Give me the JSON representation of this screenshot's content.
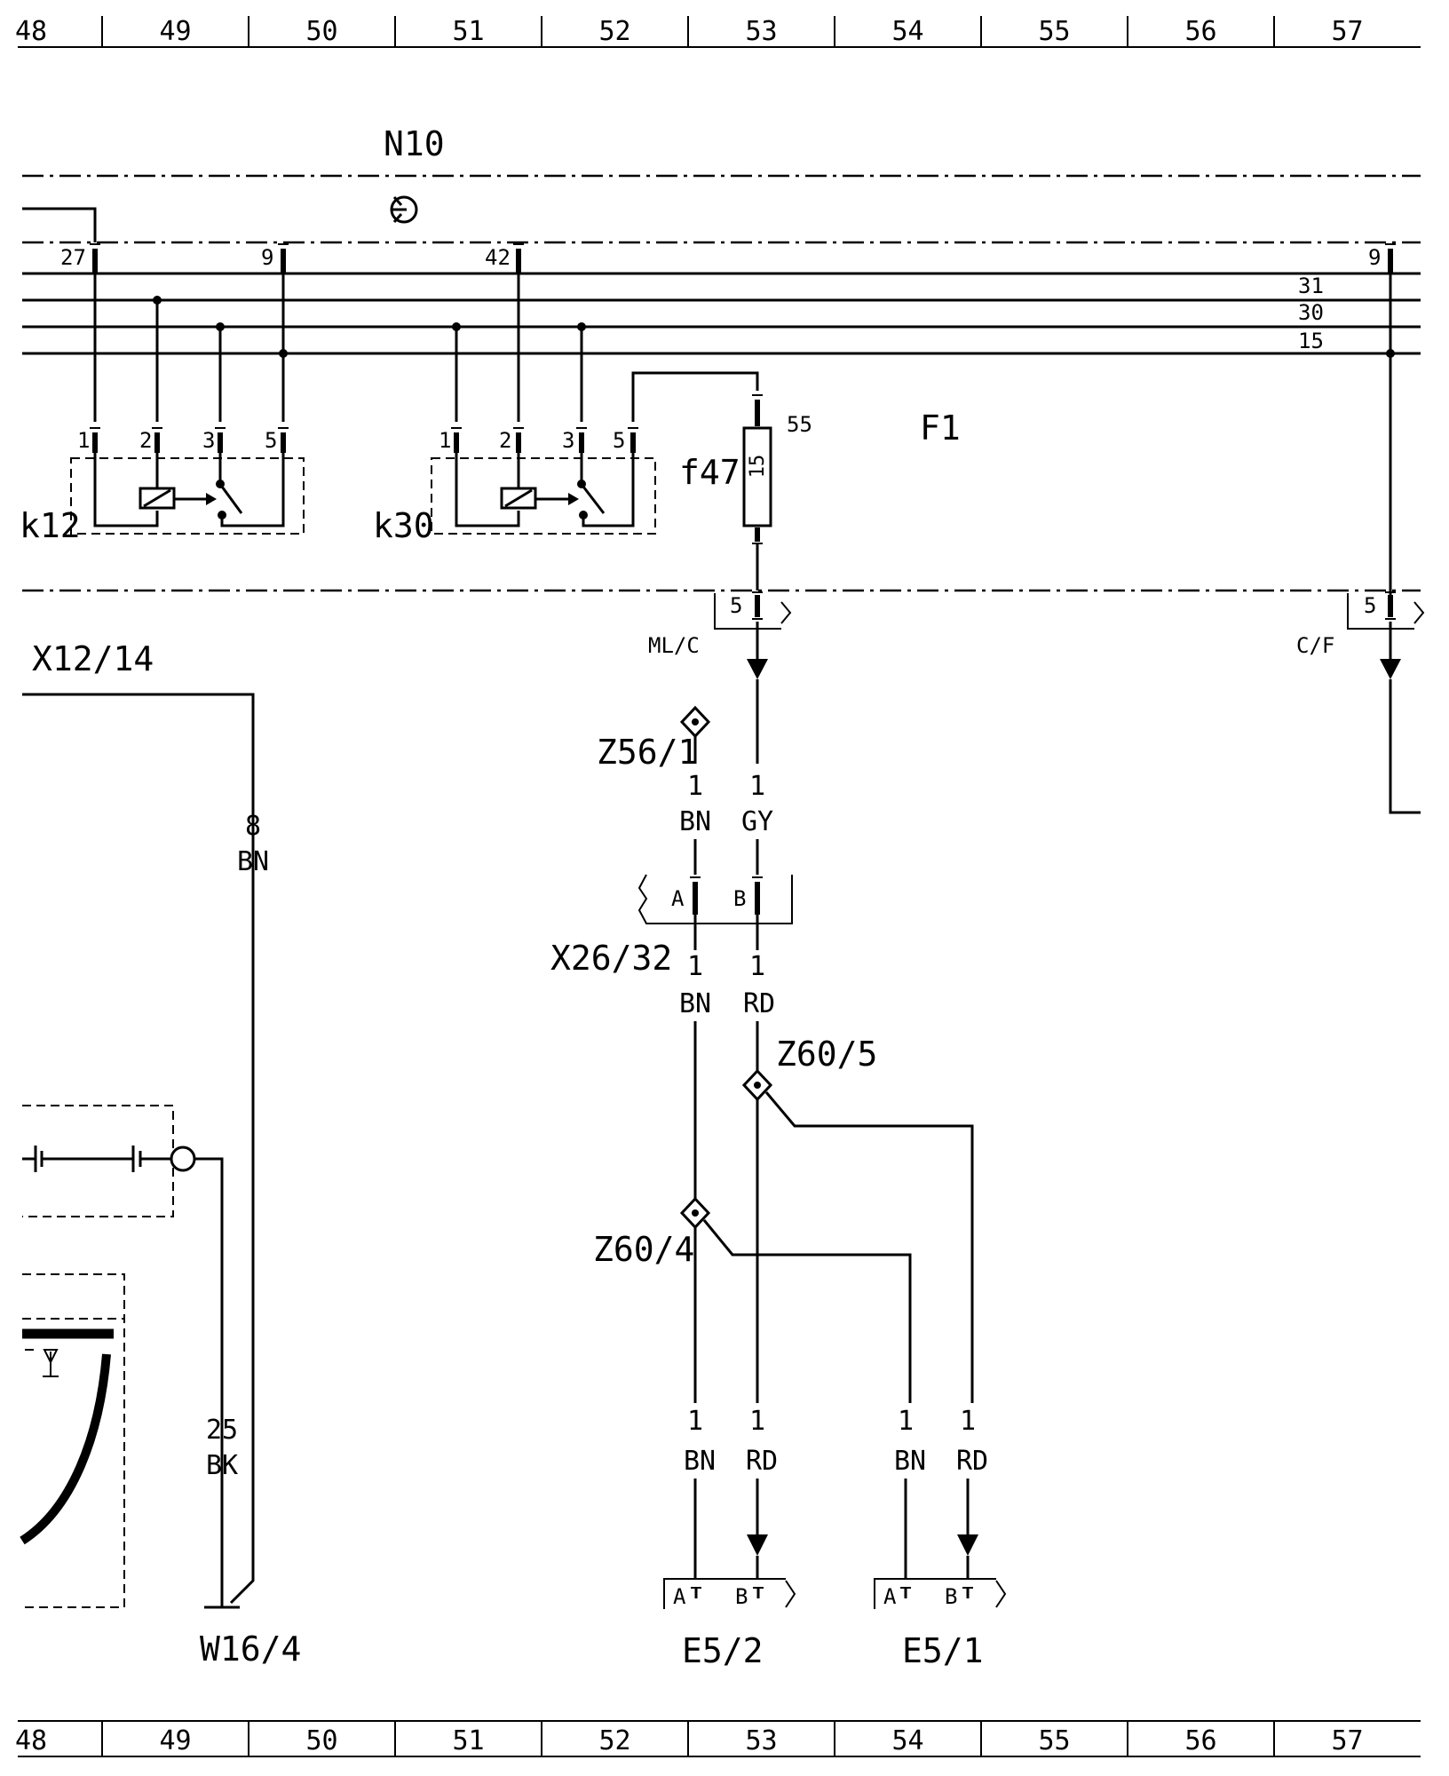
{
  "grid_columns": [
    "48",
    "49",
    "50",
    "51",
    "52",
    "53",
    "54",
    "55",
    "56",
    "57"
  ],
  "components": {
    "n10": "N10",
    "f1": "F1",
    "k12": "k12",
    "k30": "k30",
    "f47": "f47",
    "f47_rating": "15",
    "f47_pin": "55",
    "x12_14": "X12/14",
    "x26_32": "X26/32",
    "z56_1": "Z56/1",
    "z60_4": "Z60/4",
    "z60_5": "Z60/5",
    "e5_2": "E5/2",
    "e5_1": "E5/1",
    "w16_4": "W16/4",
    "ml_c": "ML/C",
    "c_f": "C/F"
  },
  "bus_labels": [
    "31",
    "30",
    "15"
  ],
  "n10_pins": {
    "p27": "27",
    "p9": "9",
    "p42": "42",
    "p9_right": "9"
  },
  "relay_pins": [
    "1",
    "2",
    "3",
    "5"
  ],
  "connector_pins": {
    "five": "5",
    "five_right": "5",
    "a": "A",
    "b": "B"
  },
  "wires": {
    "x12_num": "8",
    "x12_color": "BN",
    "w16_num": "25",
    "w16_color": "BK",
    "z56_num": "1",
    "z56_color": "BN",
    "ml_num": "1",
    "ml_color": "GY",
    "x26_a_num": "1",
    "x26_a_color": "BN",
    "x26_b_num": "1",
    "x26_b_color": "RD",
    "e52_a_num": "1",
    "e52_a_color": "BN",
    "e52_b_num": "1",
    "e52_b_color": "RD",
    "e51_a_num": "1",
    "e51_a_color": "BN",
    "e51_b_num": "1",
    "e51_b_color": "RD"
  }
}
